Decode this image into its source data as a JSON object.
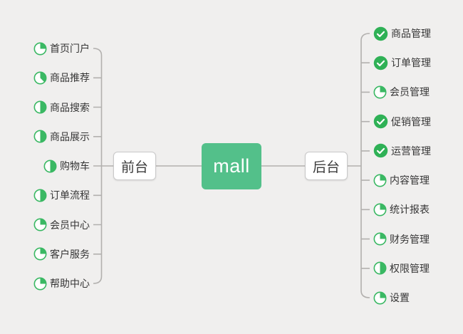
{
  "mindmap": {
    "root": {
      "label": "mall"
    },
    "left_branch": {
      "label": "前台",
      "items": [
        {
          "label": "首页门户",
          "progress": 25
        },
        {
          "label": "商品推荐",
          "progress": 37.5
        },
        {
          "label": "商品搜索",
          "progress": 50
        },
        {
          "label": "商品展示",
          "progress": 50
        },
        {
          "label": "购物车",
          "progress": 50
        },
        {
          "label": "订单流程",
          "progress": 50
        },
        {
          "label": "会员中心",
          "progress": 25
        },
        {
          "label": "客户服务",
          "progress": 25
        },
        {
          "label": "帮助中心",
          "progress": 25
        }
      ]
    },
    "right_branch": {
      "label": "后台",
      "items": [
        {
          "label": "商品管理",
          "progress": 100
        },
        {
          "label": "订单管理",
          "progress": 100
        },
        {
          "label": "会员管理",
          "progress": 25
        },
        {
          "label": "促销管理",
          "progress": 100
        },
        {
          "label": "运营管理",
          "progress": 100
        },
        {
          "label": "内容管理",
          "progress": 25
        },
        {
          "label": "统计报表",
          "progress": 25
        },
        {
          "label": "财务管理",
          "progress": 25
        },
        {
          "label": "权限管理",
          "progress": 50
        },
        {
          "label": "设置",
          "progress": 25
        }
      ]
    },
    "colors": {
      "canvas_bg": "#f0efee",
      "root_green": "#53c08a",
      "done_green": "#2fb156",
      "progress_green": "#3ab863",
      "line_gray": "#b2b0ae",
      "box_border": "#c9c9c9",
      "label_text": "#363636"
    }
  }
}
